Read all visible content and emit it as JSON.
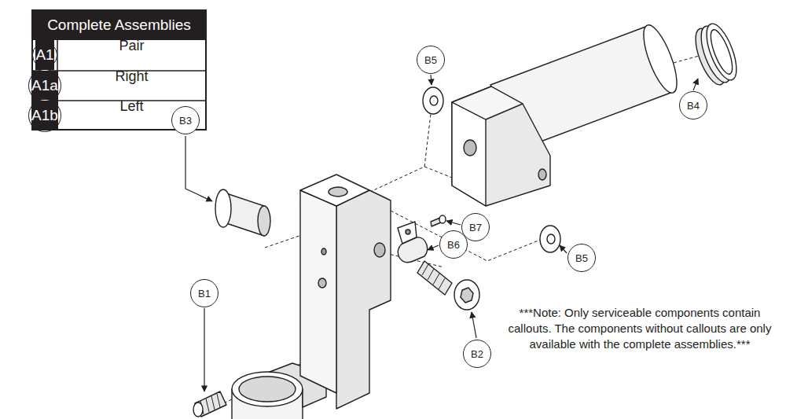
{
  "diagram": {
    "nodes": [
      {
        "text": [
          "Complete Assemblies"
        ]
      },
      {
        "text": [
          "A1"
        ],
        "in": 0
      },
      {
        "text": [
          "A1a"
        ],
        "in": 0
      },
      {
        "text": [
          "A1b"
        ],
        "in": 0
      },
      {
        "text": [
          "B5"
        ]
      },
      {
        "text": [
          "B4"
        ]
      },
      {
        "text": [
          "B3"
        ]
      },
      {
        "text": [
          "B7"
        ]
      },
      {
        "text": [
          "B6"
        ]
      },
      {
        "text": [
          "B5"
        ]
      },
      {
        "text": [
          "B1"
        ]
      },
      {
        "text": [
          "B2"
        ]
      }
    ],
    "edges": [],
    "labels": [
      "Pair",
      "Right",
      "Left",
      "***Note: Only serviceable components contain callouts. The components without callouts are only available with the complete assemblies.***"
    ]
  }
}
